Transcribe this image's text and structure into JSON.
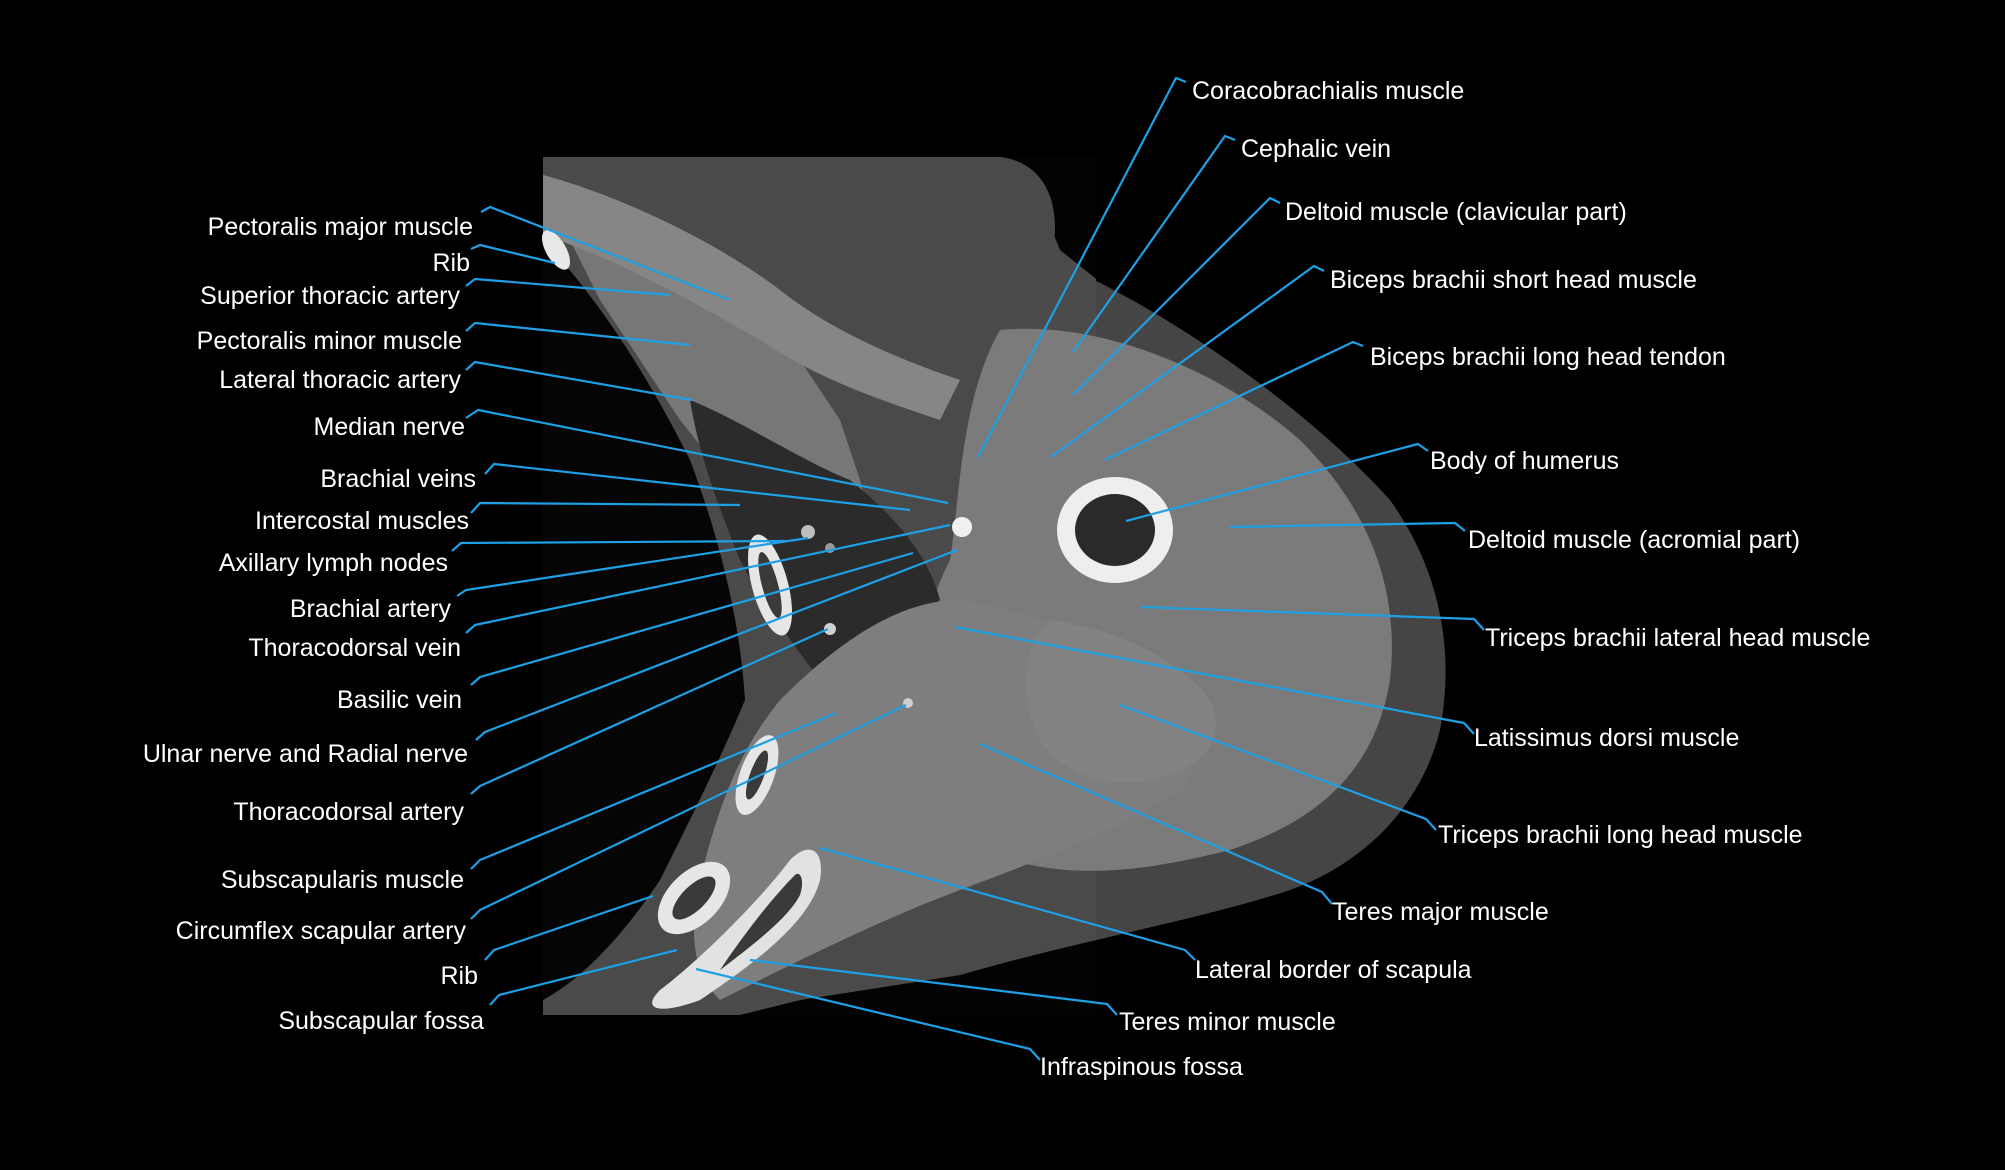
{
  "colors": {
    "background": "#000000",
    "leader": "#1ea0e6",
    "label": "#ffffff"
  },
  "labels": {
    "left": [
      "Pectoralis major muscle",
      "Rib",
      "Superior thoracic artery",
      "Pectoralis minor muscle",
      "Lateral thoracic artery",
      "Median nerve",
      "Brachial veins",
      "Intercostal muscles",
      "Axillary lymph nodes",
      "Brachial artery",
      "Thoracodorsal vein",
      "Basilic vein",
      "Ulnar nerve and Radial nerve",
      "Thoracodorsal artery",
      "Subscapularis muscle",
      "Circumflex scapular artery",
      "Rib",
      "Subscapular fossa"
    ],
    "right": [
      "Coracobrachialis muscle",
      "Cephalic vein",
      "Deltoid muscle (clavicular part)",
      "Biceps brachii short head muscle",
      "Biceps brachii long head tendon",
      "Body of humerus",
      "Deltoid muscle (acromial part)",
      "Triceps brachii lateral head muscle",
      "Latissimus dorsi muscle",
      "Triceps brachii long head muscle",
      "Teres major muscle",
      "Lateral border of scapula",
      "Teres minor muscle",
      "Infraspinous fossa"
    ]
  }
}
